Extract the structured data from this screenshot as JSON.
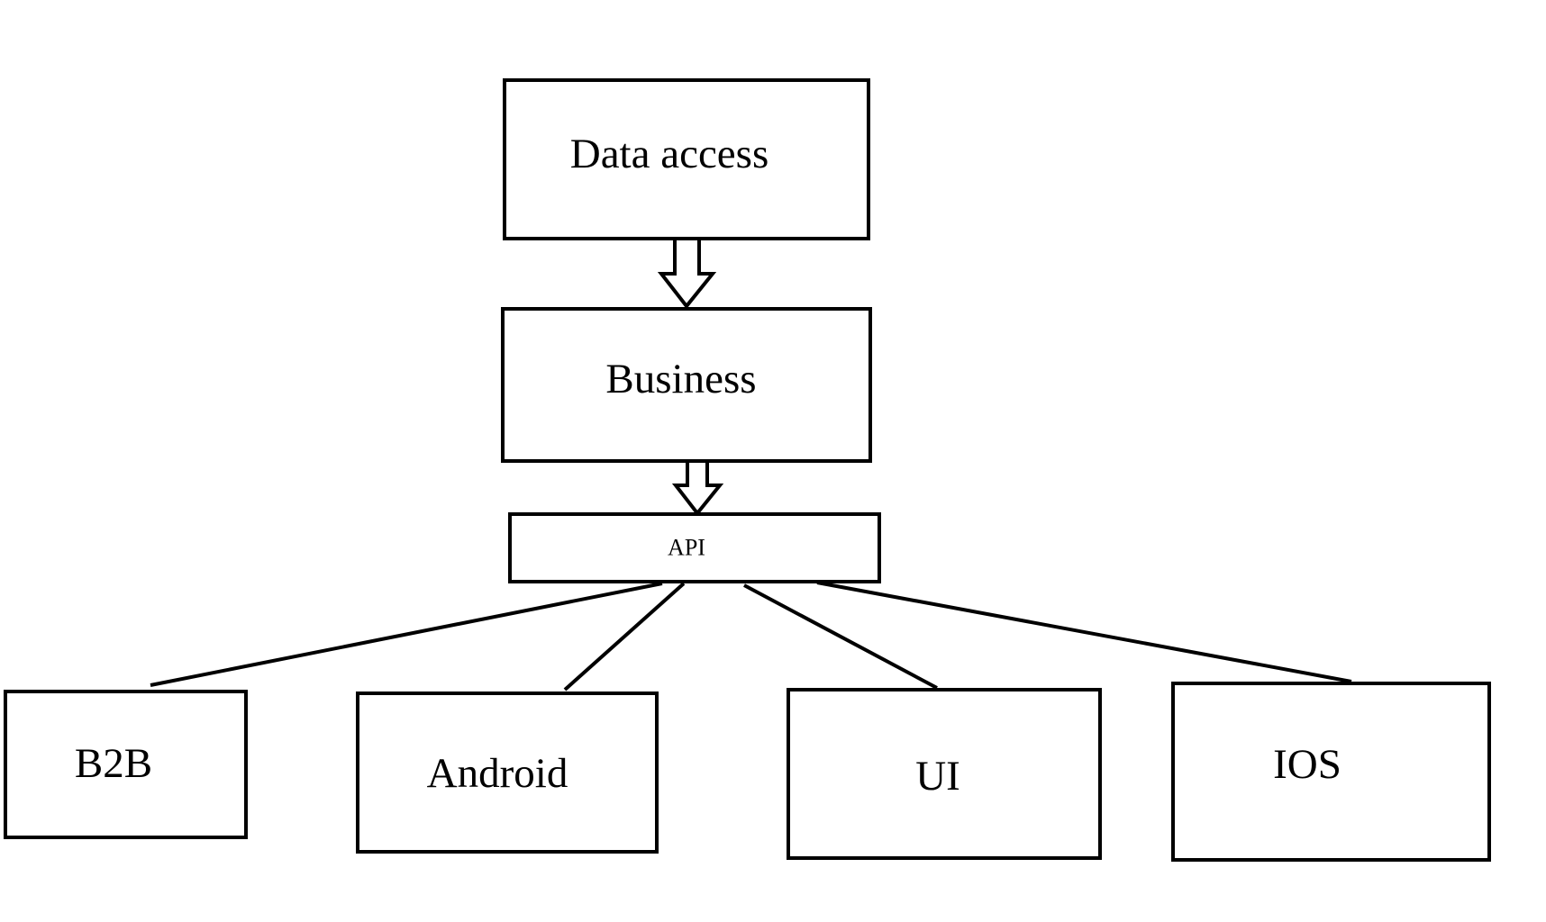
{
  "diagram": {
    "nodes": {
      "data_access": {
        "label": "Data access"
      },
      "business": {
        "label": "Business"
      },
      "api": {
        "label": "API"
      },
      "b2b": {
        "label": "B2B"
      },
      "android": {
        "label": "Android"
      },
      "ui": {
        "label": "UI"
      },
      "ios": {
        "label": "IOS"
      }
    },
    "edges": [
      {
        "from": "data_access",
        "to": "business",
        "style": "hollow-arrow"
      },
      {
        "from": "business",
        "to": "api",
        "style": "hollow-arrow"
      },
      {
        "from": "api",
        "to": "b2b",
        "style": "line"
      },
      {
        "from": "api",
        "to": "android",
        "style": "line"
      },
      {
        "from": "api",
        "to": "ui",
        "style": "line"
      },
      {
        "from": "api",
        "to": "ios",
        "style": "line"
      }
    ],
    "colors": {
      "background": "#ffffff",
      "stroke": "#000000",
      "text": "#000000"
    }
  }
}
